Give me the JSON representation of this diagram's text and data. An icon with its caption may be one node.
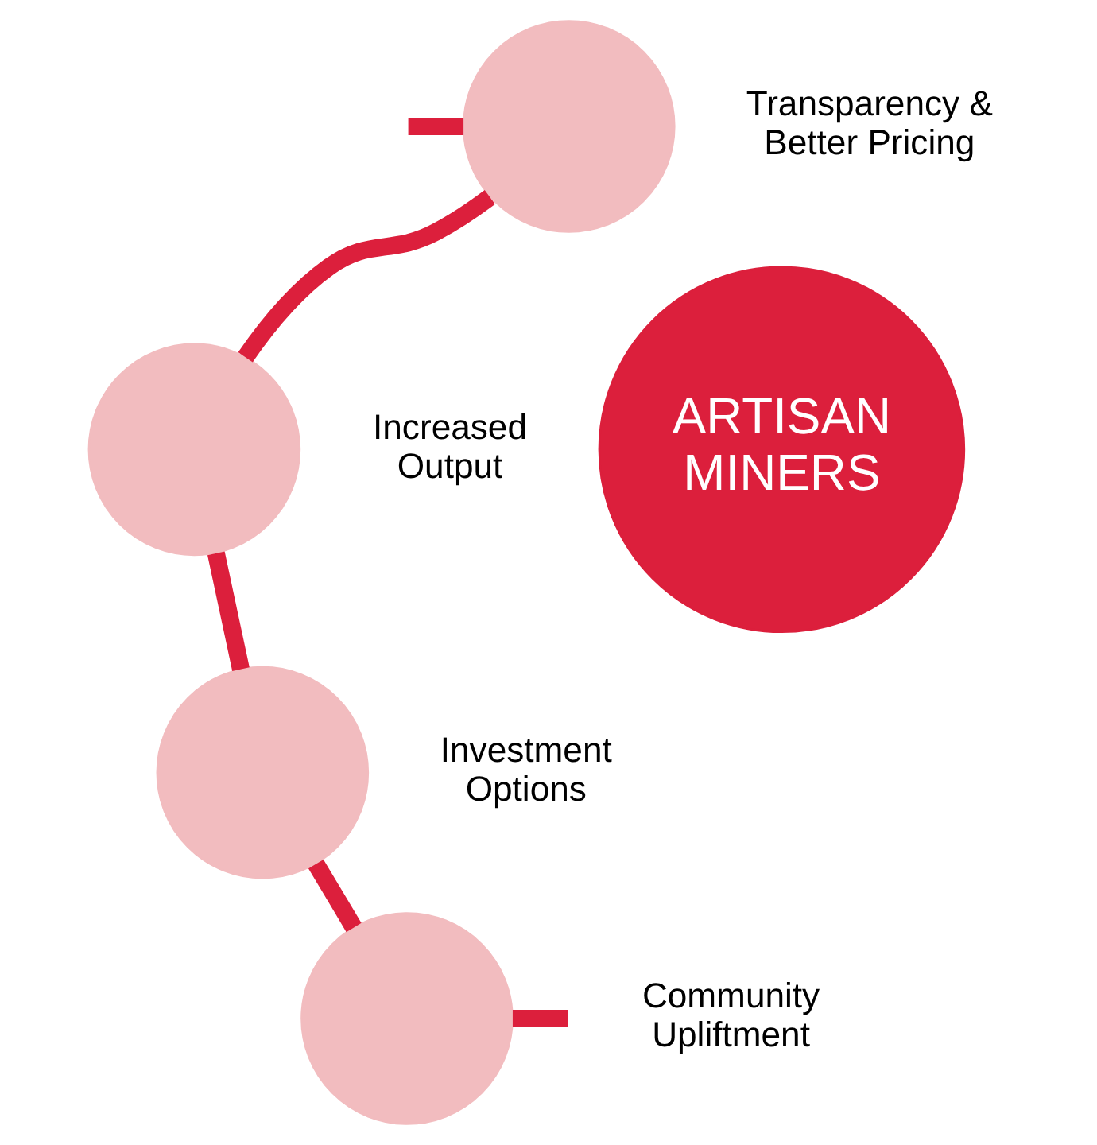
{
  "diagram": {
    "nodes": [
      {
        "text": [
          "ARTISAN MINERS"
        ]
      },
      {
        "text": [],
        "shape": "circle",
        "beside": [
          "Transparency & Better Pricing"
        ]
      },
      {
        "text": [],
        "shape": "circle",
        "beside": [
          "Increased Output"
        ]
      },
      {
        "text": [],
        "shape": "circle",
        "beside": [
          "Investment Options"
        ]
      },
      {
        "text": [],
        "shape": "circle",
        "beside": [
          "Community Upliftment"
        ]
      }
    ],
    "edges": [
      {
        "from": null,
        "to": 1,
        "arrow": "none"
      },
      {
        "from": 1,
        "to": 2,
        "arrow": "none"
      },
      {
        "from": 2,
        "to": 3,
        "arrow": "none"
      },
      {
        "from": 3,
        "to": 4,
        "arrow": "none"
      },
      {
        "from": 4,
        "to": null,
        "arrow": "none"
      }
    ]
  }
}
